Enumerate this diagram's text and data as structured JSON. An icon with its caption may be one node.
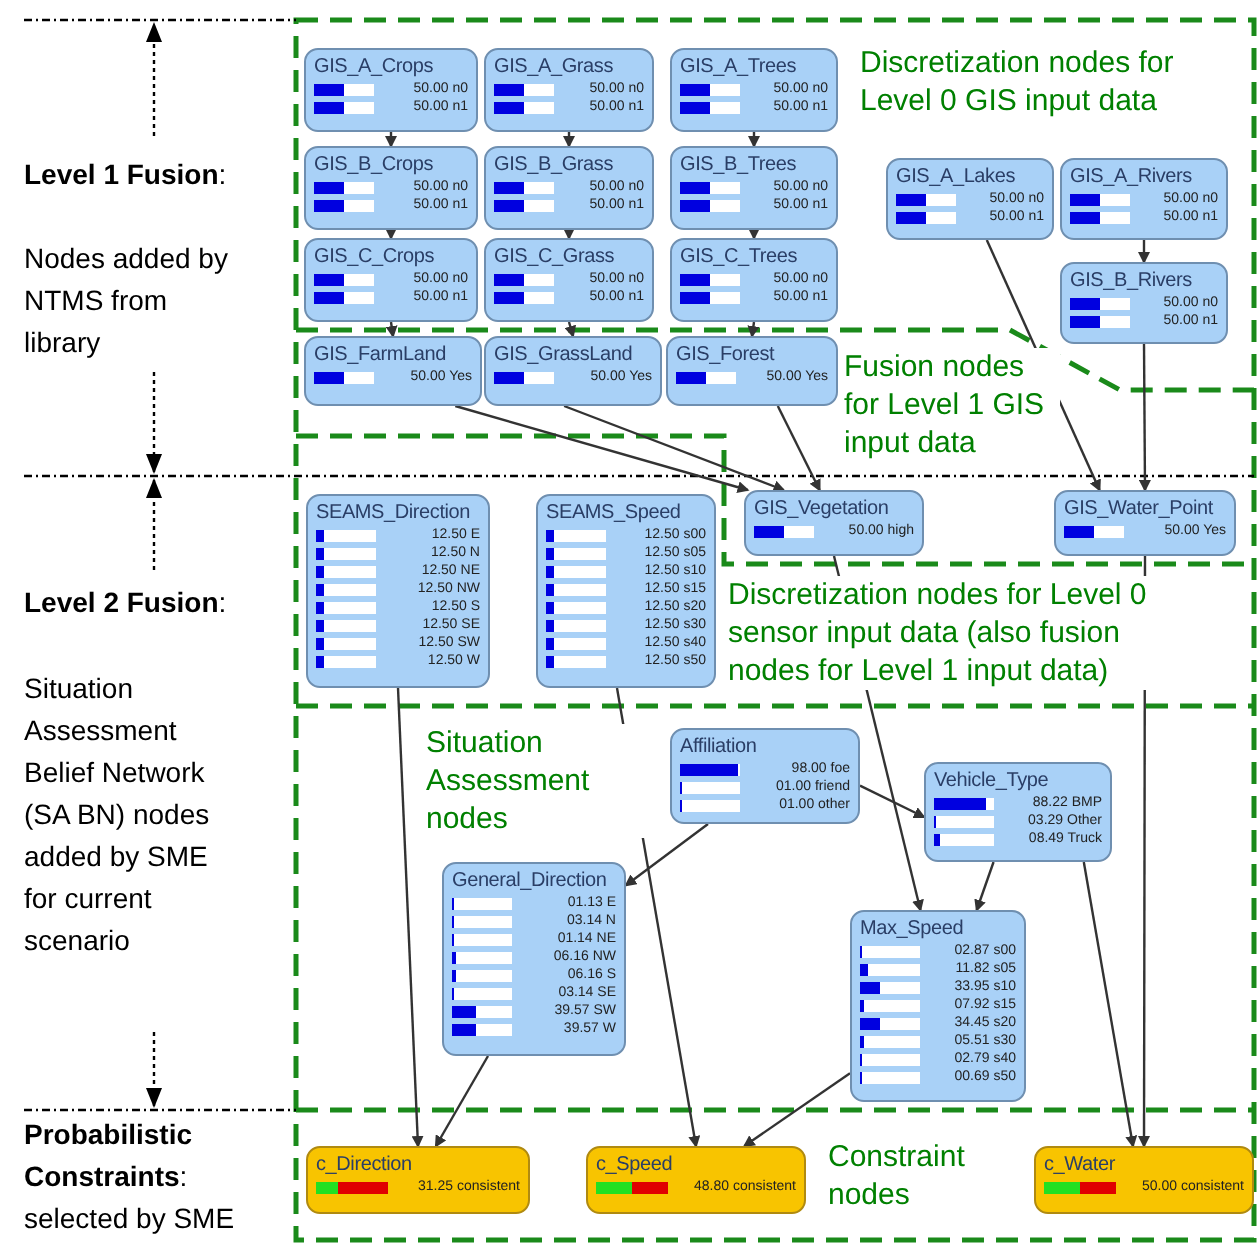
{
  "diagram": {
    "nodes": [
      {
        "text": [
          "GIS_A_Crops",
          "50.00 n0",
          "50.00 n1"
        ]
      },
      {
        "text": [
          "GIS_A_Grass",
          "50.00 n0",
          "50.00 n1"
        ]
      },
      {
        "text": [
          "GIS_A_Trees",
          "50.00 n0",
          "50.00 n1"
        ]
      },
      {
        "text": [
          "GIS_A_Lakes",
          "50.00 n0",
          "50.00 n1"
        ]
      },
      {
        "text": [
          "GIS_A_Rivers",
          "50.00 n0",
          "50.00 n1"
        ]
      },
      {
        "text": [
          "GIS_B_Crops",
          "50.00 n0",
          "50.00 n1"
        ]
      },
      {
        "text": [
          "GIS_B_Grass",
          "50.00 n0",
          "50.00 n1"
        ]
      },
      {
        "text": [
          "GIS_B_Trees",
          "50.00 n0",
          "50.00 n1"
        ]
      },
      {
        "text": [
          "GIS_B_Rivers",
          "50.00 n0",
          "50.00 n1"
        ]
      },
      {
        "text": [
          "GIS_C_Crops",
          "50.00 n0",
          "50.00 n1"
        ]
      },
      {
        "text": [
          "GIS_C_Grass",
          "50.00 n0",
          "50.00 n1"
        ]
      },
      {
        "text": [
          "GIS_C_Trees",
          "50.00 n0",
          "50.00 n1"
        ]
      },
      {
        "text": [
          "GIS_FarmLand",
          "50.00 Yes"
        ]
      },
      {
        "text": [
          "GIS_GrassLand",
          "50.00 Yes"
        ]
      },
      {
        "text": [
          "GIS_Forest",
          "50.00 Yes"
        ]
      },
      {
        "text": [
          "SEAMS_Direction",
          "12.50 E",
          "12.50 N",
          "12.50 NE",
          "12.50 NW",
          "12.50 S",
          "12.50 SE",
          "12.50 SW",
          "12.50 W"
        ]
      },
      {
        "text": [
          "SEAMS_Speed",
          "12.50 s00",
          "12.50 s05",
          "12.50 s10",
          "12.50 s15",
          "12.50 s20",
          "12.50 s30",
          "12.50 s40",
          "12.50 s50"
        ]
      },
      {
        "text": [
          "GIS_Vegetation",
          "50.00 high"
        ]
      },
      {
        "text": [
          "GIS_Water_Point",
          "50.00 Yes"
        ]
      },
      {
        "text": [
          "Affiliation",
          "98.00 foe",
          "01.00 friend",
          "01.00 other"
        ]
      },
      {
        "text": [
          "Vehicle_Type",
          "88.22 BMP",
          "03.29 Other",
          "08.49 Truck"
        ]
      },
      {
        "text": [
          "General_Direction",
          "01.13 E",
          "03.14 N",
          "01.14 NE",
          "06.16 NW",
          "06.16 S",
          "03.14 SE",
          "39.57 SW",
          "39.57 W"
        ]
      },
      {
        "text": [
          "Max_Speed",
          "02.87 s00",
          "11.82 s05",
          "33.95 s10",
          "07.92 s15",
          "34.45 s20",
          "05.51 s30",
          "02.79 s40",
          "00.69 s50"
        ]
      },
      {
        "text": [
          "c_Direction",
          "31.25 consistent"
        ]
      },
      {
        "text": [
          "c_Speed",
          "48.80 consistent"
        ]
      },
      {
        "text": [
          "c_Water",
          "50.00 consistent"
        ]
      }
    ],
    "edges": [
      {
        "from": 0,
        "to": 5,
        "arrow": "to"
      },
      {
        "from": 5,
        "to": 9,
        "arrow": "to"
      },
      {
        "from": 9,
        "to": 12,
        "arrow": "to"
      },
      {
        "from": 1,
        "to": 6,
        "arrow": "to"
      },
      {
        "from": 6,
        "to": 10,
        "arrow": "to"
      },
      {
        "from": 10,
        "to": 13,
        "arrow": "to"
      },
      {
        "from": 2,
        "to": 7,
        "arrow": "to"
      },
      {
        "from": 7,
        "to": 11,
        "arrow": "to"
      },
      {
        "from": 11,
        "to": 14,
        "arrow": "to"
      },
      {
        "from": 3,
        "to": 18,
        "arrow": "to"
      },
      {
        "from": 4,
        "to": 8,
        "arrow": "to"
      },
      {
        "from": 8,
        "to": 18,
        "arrow": "to"
      },
      {
        "from": 12,
        "to": 17,
        "arrow": "to"
      },
      {
        "from": 13,
        "to": 17,
        "arrow": "to"
      },
      {
        "from": 14,
        "to": 17,
        "arrow": "to"
      },
      {
        "from": 17,
        "to": 22,
        "arrow": "to"
      },
      {
        "from": 18,
        "to": 25,
        "arrow": "to"
      },
      {
        "from": 15,
        "to": 23,
        "arrow": "to"
      },
      {
        "from": 21,
        "to": 23,
        "arrow": "to"
      },
      {
        "from": 16,
        "to": 24,
        "arrow": "to"
      },
      {
        "from": 22,
        "to": 24,
        "arrow": "to"
      },
      {
        "from": 19,
        "to": 21,
        "arrow": "to"
      },
      {
        "from": 19,
        "to": 20,
        "arrow": "to"
      },
      {
        "from": 20,
        "to": 22,
        "arrow": "to"
      },
      {
        "from": 20,
        "to": 25,
        "arrow": "to"
      }
    ],
    "labels": [
      "**Level 1 Fusion**:",
      "Nodes added by NTMS from library",
      "Discretization nodes for Level 0 GIS input data",
      "Fusion nodes for Level 1 GIS input data",
      "**Level 2 Fusion**:",
      "Discretization nodes for Level 0 sensor input data (also fusion nodes for Level 1 input data)",
      "Situation Assessment Belief Network (SA BN) nodes added by SME for current scenario",
      "Situation Assessment nodes",
      "**Probabilistic Constraints**: selected by SME",
      "Constraint nodes"
    ]
  }
}
